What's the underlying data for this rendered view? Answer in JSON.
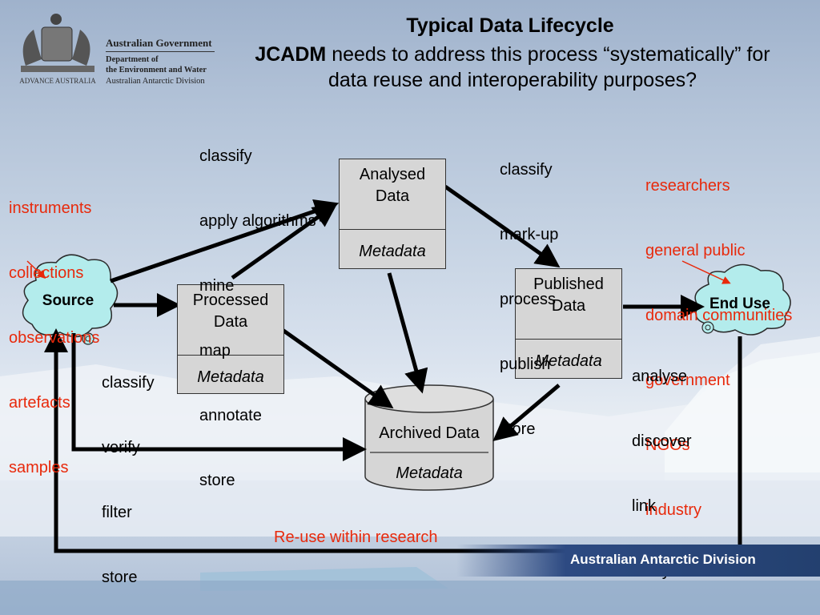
{
  "header": {
    "gov_line1": "Australian Government",
    "gov_line2": "Department of",
    "gov_line3": "the Environment and Water",
    "gov_line4": "Australian Antarctic Division",
    "title": "Typical Data Lifecycle",
    "subtitle_bold": "JCADM",
    "subtitle_rest_1": " needs to address this process “systematically” for",
    "subtitle_rest_2": "data reuse and interoperability purposes?"
  },
  "nodes": {
    "source": "Source",
    "end_use": "End Use",
    "processed": "Processed\nData",
    "analysed": "Analysed\nData",
    "published": "Published\nData",
    "archived": "Archived Data",
    "metadata": "Metadata"
  },
  "labels": {
    "source_inputs": [
      "instruments",
      "collections",
      "observations",
      "artefacts",
      "samples"
    ],
    "processing_steps": [
      "classify",
      "verify",
      "filter",
      "store"
    ],
    "analysis_steps": [
      "classify",
      "apply algorithms",
      "mine",
      "map",
      "annotate",
      "store"
    ],
    "publish_steps": [
      "classify",
      "mark-up",
      "process",
      "publish",
      "store"
    ],
    "users": [
      "researchers",
      "general public",
      "domain communities",
      "government",
      "NGOs",
      "industry"
    ],
    "use_steps": [
      "analyse",
      "discover",
      "link",
      "verify"
    ],
    "reuse": "Re-use within research"
  },
  "footer": {
    "division": "Australian Antarctic Division"
  },
  "colors": {
    "accent_red": "#e8290b",
    "box_fill": "#d6d6d6",
    "cloud_fill": "#b3ecec"
  }
}
